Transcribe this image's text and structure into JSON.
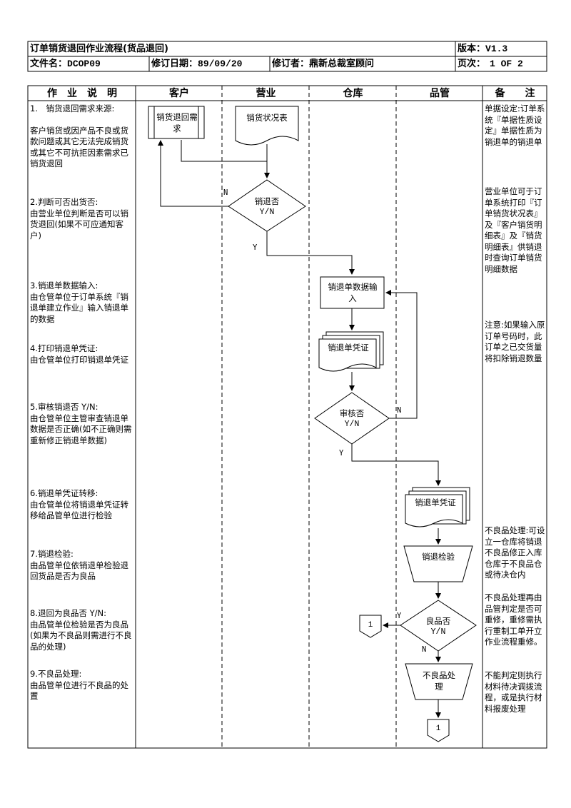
{
  "header": {
    "title": "订单销货退回作业流程(货品退回)",
    "version_label": "版本：",
    "version_value": "V1.3",
    "file_label": "文件名：",
    "file_value": "DCOP09",
    "revise_date_label": "修订日期：",
    "revise_date_value": "89/09/20",
    "reviser_label": "修订者：",
    "reviser_value": "鼎新总裁室顾问",
    "page_label": "页次：",
    "page_value": "1 OF 2"
  },
  "columns": {
    "desc": "作　业　说　明",
    "customer": "客户",
    "sales": "营业",
    "warehouse": "仓库",
    "qc": "品管",
    "remarks": "备　　注"
  },
  "steps": [
    {
      "title": "1.　销货退回需求来源:",
      "body": "客户销货或因产品不良或货款问题或其它无法完成销货或其它不可抗拒因素需求已销货退回"
    },
    {
      "title": "2.判断可否出货否:",
      "body": "由营业单位判断是否可以销货退回(如果不可应通知客户)"
    },
    {
      "title": "3.销退单数据输入:",
      "body": "由仓管单位于订单系统『销退单建立作业』输入销退单的数据"
    },
    {
      "title": "4.打印销退单凭证:",
      "body": "由仓管单位打印销退单凭证"
    },
    {
      "title": "5.审核销退否 Y/N:",
      "body": "由仓管单位主管审查销退单数据是否正确(如不正确则需重新修正销退单数据)"
    },
    {
      "title": "6.销退单凭证转移:",
      "body": "由仓管单位将销退单凭证转移给品管单位进行检验"
    },
    {
      "title": "7.销退检验:",
      "body": "由品管单位依销退单检验退回货品是否为良品"
    },
    {
      "title": "8.退回为良品否 Y/N:",
      "body": "由品管单位检验是否为良品(如果为不良品则需进行不良品的处理)"
    },
    {
      "title": "9.不良品处理:",
      "body": "由品管单位进行不良品的处置"
    }
  ],
  "notes": [
    "单据设定:订单系统『单据性质设定』单据性质为销退单的销退单",
    "营业单位可于订单系统打印『订单销货状况表』及『客户销货明细表』及『销货明细表』供销退时查询订单销货明细数据",
    "注意:如果输入原订单号码时，此订单之已交货量将扣除销退数量",
    "不良品处理:可设立一仓库将销退不良品修正入库仓库于不良品仓或待决仓内",
    "不良品处理再由品管判定是否可重修，重修需执行重制工单开立作业流程重修。",
    "不能判定则执行材料待决调拨流程，或是执行材料报废处理"
  ],
  "flow": {
    "customer_request": "销货退回需求",
    "sales_report": "销货状况表",
    "decision_return": "销退否",
    "yn": "Y/N",
    "return_input": "销退单数据输入",
    "return_voucher_wh": "销退单凭证",
    "decision_review": "审核否",
    "return_voucher_qc": "销退单凭证",
    "return_inspect": "销退检验",
    "decision_good": "良品否",
    "defect_handling": "不良品处理",
    "connector_a": "1",
    "connector_b": "1",
    "label_n1": "N",
    "label_y1": "Y",
    "label_n2": "N",
    "label_y2": "Y",
    "label_y3": "Y",
    "label_n3": "N"
  }
}
